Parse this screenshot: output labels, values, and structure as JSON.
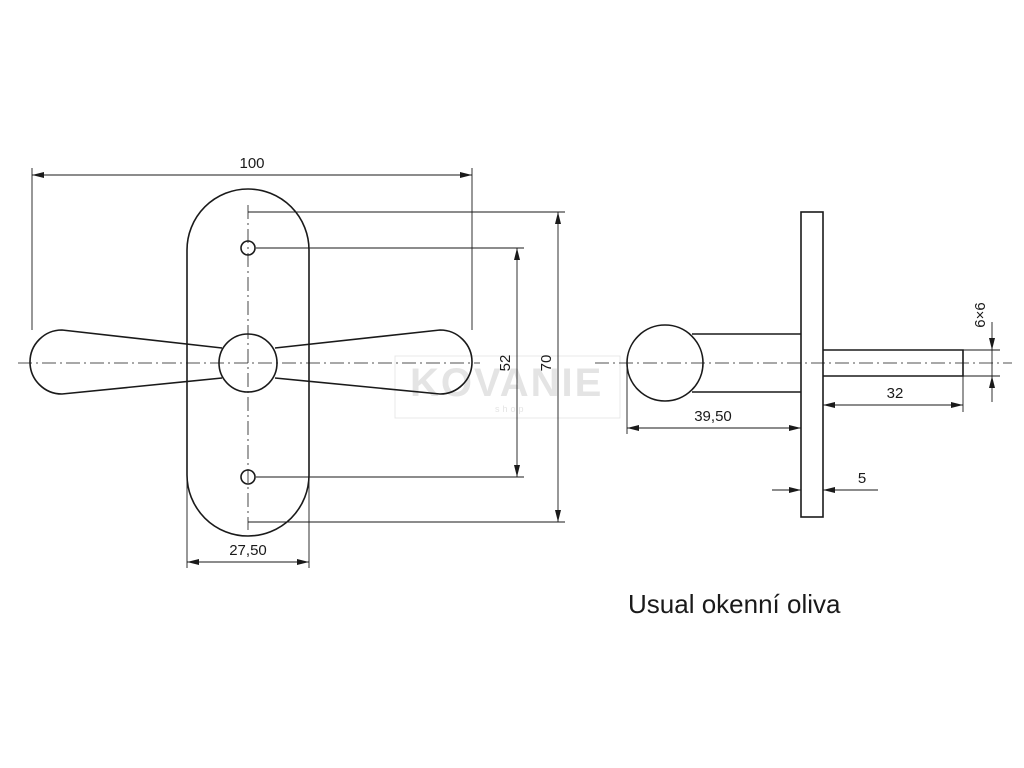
{
  "drawing": {
    "title": "Usual okenní oliva",
    "watermark": {
      "brand": "KOVANIE",
      "sub": "shop"
    },
    "dimensions": {
      "total_width": "100",
      "hole_spacing": "52",
      "plate_height": "70",
      "plate_width": "27,50",
      "knob_depth": "39,50",
      "spindle_length": "32",
      "spindle_section": "6×6",
      "plate_thickness": "5"
    }
  }
}
